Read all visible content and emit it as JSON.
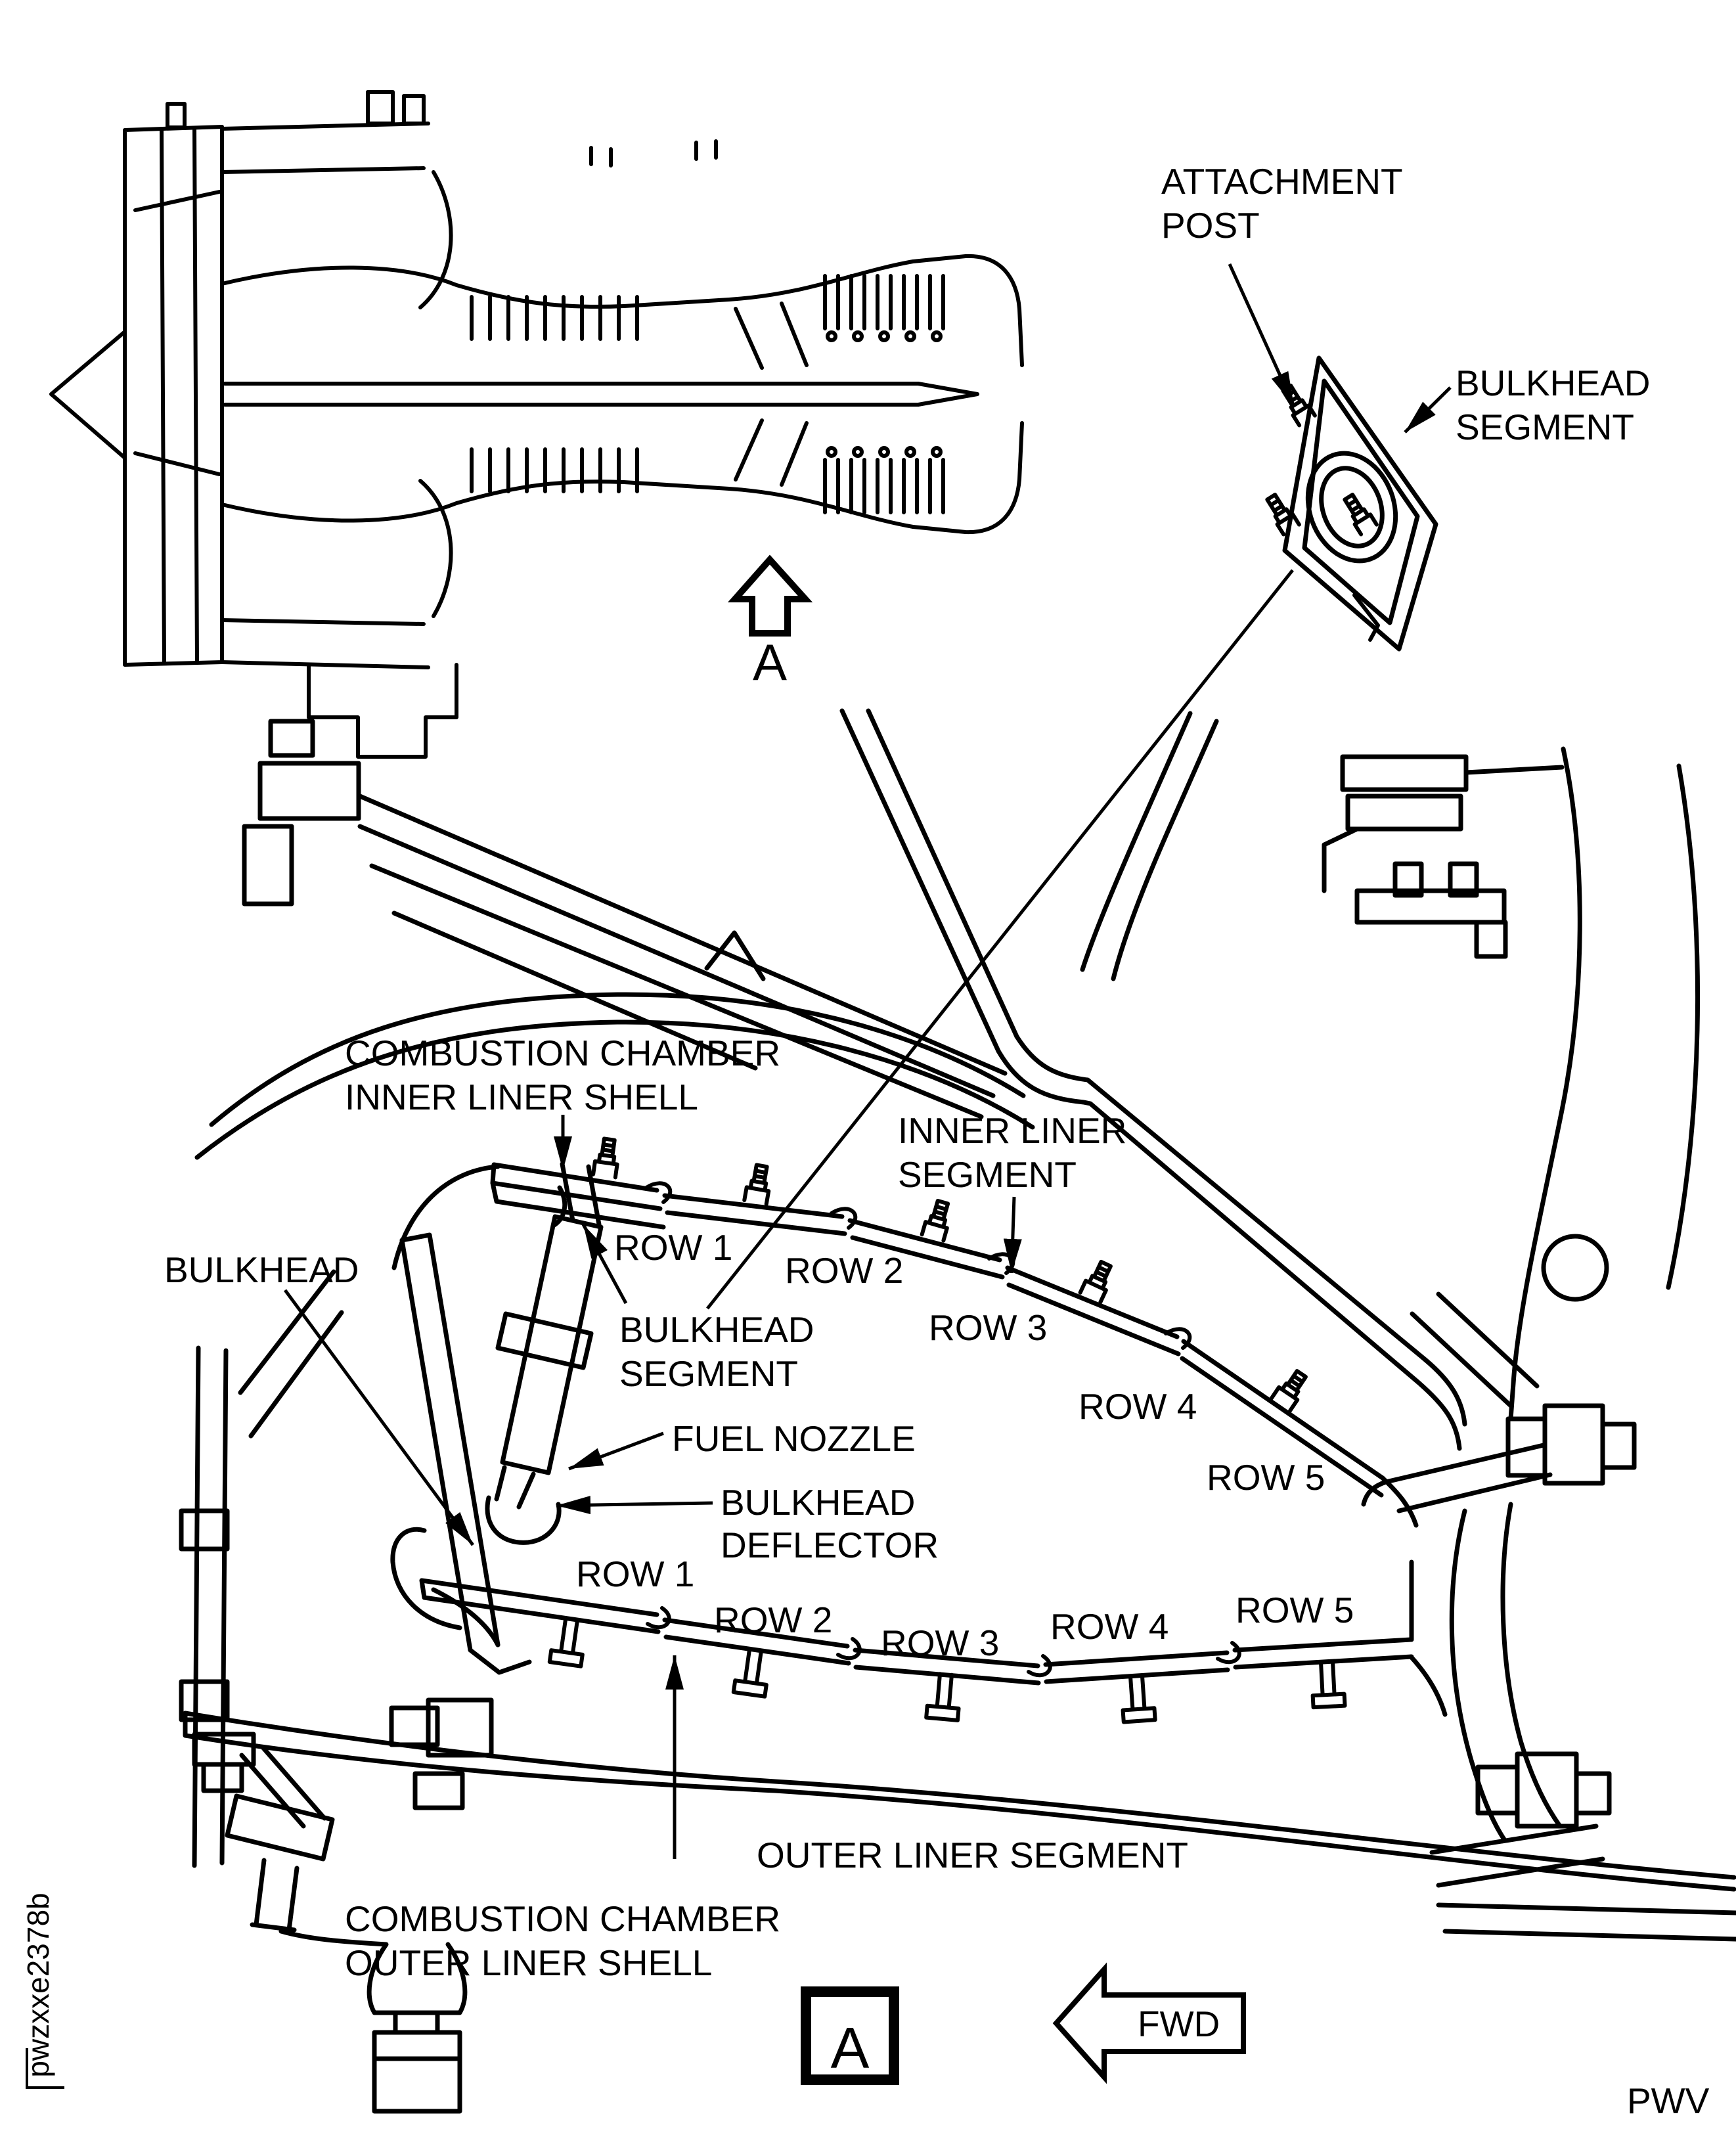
{
  "page": {
    "background": "#ffffff",
    "ink": "#000000"
  },
  "footer": {
    "figure_code": "pwzxxe2378b",
    "publisher_code": "PWV"
  },
  "view_marker": {
    "letter": "A",
    "fwd_label": "FWD"
  },
  "detail_callout": {
    "attachment_post": {
      "line1": "ATTACHMENT",
      "line2": "POST"
    },
    "bulkhead_segment": {
      "line1": "BULKHEAD",
      "line2": "SEGMENT"
    }
  },
  "main_section": {
    "inner_shell": {
      "line1": "COMBUSTION CHAMBER",
      "line2": "INNER LINER SHELL"
    },
    "outer_shell": {
      "line1": "COMBUSTION CHAMBER",
      "line2": "OUTER LINER SHELL"
    },
    "inner_liner_segment": {
      "line1": "INNER LINER",
      "line2": "SEGMENT"
    },
    "outer_liner_segment": "OUTER LINER SEGMENT",
    "bulkhead": "BULKHEAD",
    "bulkhead_segment": {
      "line1": "BULKHEAD",
      "line2": "SEGMENT"
    },
    "fuel_nozzle": "FUEL NOZZLE",
    "bulkhead_deflector": {
      "line1": "BULKHEAD",
      "line2": "DEFLECTOR"
    },
    "inner_rows": [
      "ROW 1",
      "ROW 2",
      "ROW 3",
      "ROW 4",
      "ROW 5"
    ],
    "outer_rows": [
      "ROW 1",
      "ROW 2",
      "ROW 3",
      "ROW 4",
      "ROW 5"
    ]
  }
}
